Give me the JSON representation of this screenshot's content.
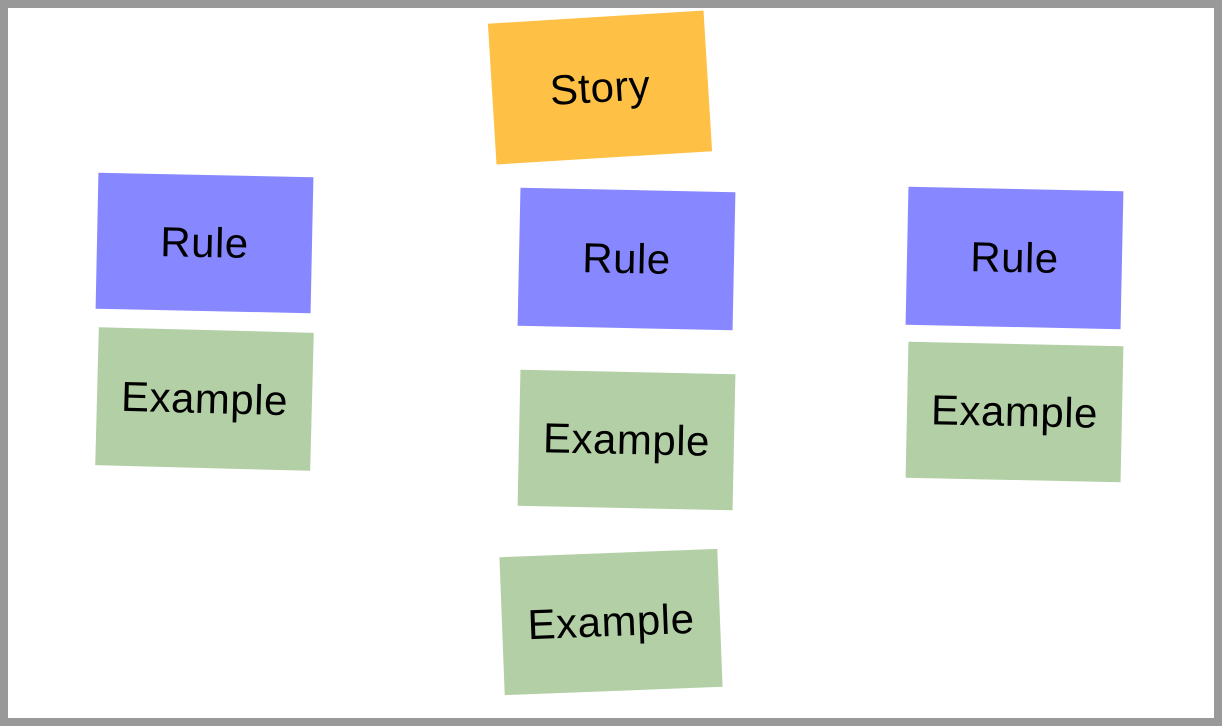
{
  "colors": {
    "frame": "#999999",
    "canvas": "#ffffff",
    "story": "#ffc145",
    "rule": "#8787ff",
    "example": "#b3cfa5",
    "text": "#000000"
  },
  "story": {
    "label": "Story"
  },
  "columns": [
    {
      "rule": {
        "label": "Rule"
      },
      "examples": [
        {
          "label": "Example"
        }
      ]
    },
    {
      "rule": {
        "label": "Rule"
      },
      "examples": [
        {
          "label": "Example"
        },
        {
          "label": "Example"
        }
      ]
    },
    {
      "rule": {
        "label": "Rule"
      },
      "examples": [
        {
          "label": "Example"
        }
      ]
    }
  ]
}
